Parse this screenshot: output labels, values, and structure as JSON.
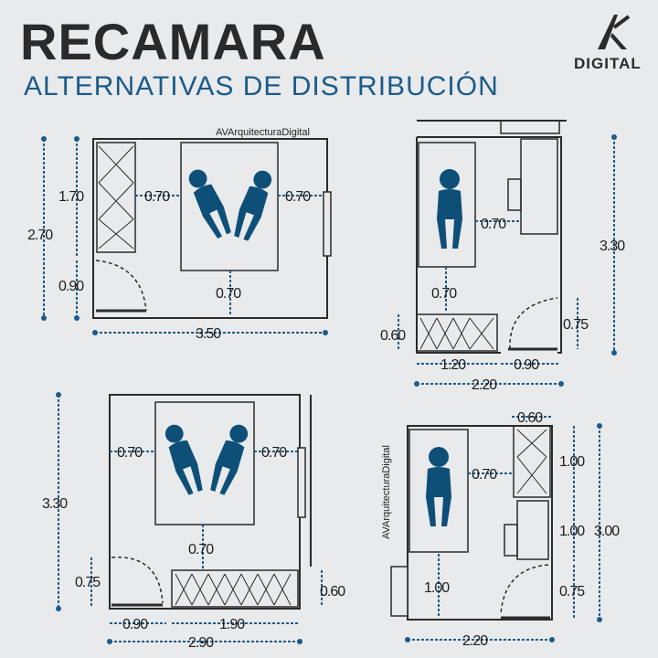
{
  "header": {
    "title": "RECAMARA",
    "subtitle": "ALTERNATIVAS DE DISTRIBUCIÓN",
    "brand": "DIGITAL"
  },
  "watermark": "AVArquitecturaDigital",
  "colors": {
    "background": "#e9eaec",
    "walls": "#2b2b2b",
    "figures": "#0e4f78",
    "dimensions": "#1c5b8a"
  },
  "plans": {
    "top_left": {
      "height": "2.70",
      "closet": "1.70",
      "door": "0.90",
      "gap_left": "0.70",
      "gap_right": "0.70",
      "gap_bottom": "0.70",
      "width": "3.50"
    },
    "top_right": {
      "height": "3.30",
      "gap_side": "0.70",
      "gap_bottom": "0.70",
      "closet_depth": "0.60",
      "door": "0.75",
      "closet_width": "1.20",
      "door_width": "0.90",
      "width": "2.20"
    },
    "bottom_left": {
      "height": "3.30",
      "gap_left": "0.70",
      "gap_right": "0.70",
      "gap_bottom": "0.70",
      "door": "0.75",
      "closet_depth": "0.60",
      "door_width": "0.90",
      "closet_width": "1.90",
      "width": "2.90"
    },
    "bottom_right": {
      "closet_depth": "0.60",
      "gap_side": "0.70",
      "closet": "1.00",
      "desk": "1.00",
      "total": "3.00",
      "door": "0.75",
      "gap_bottom": "1.00",
      "width": "2.20"
    }
  }
}
